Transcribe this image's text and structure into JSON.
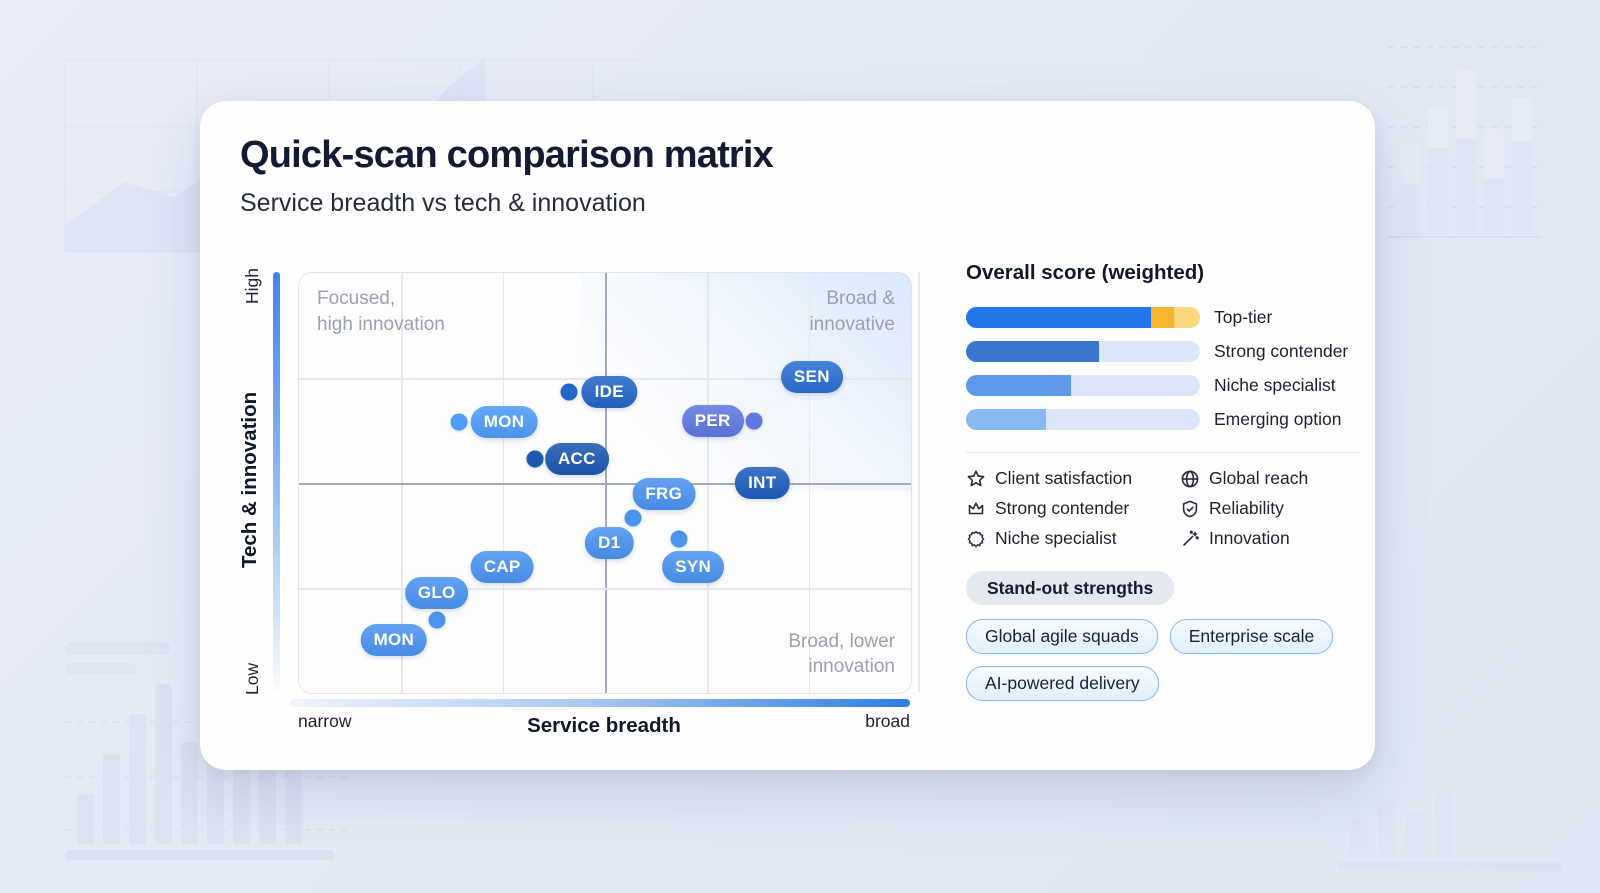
{
  "card": {
    "title": "Quick-scan comparison matrix",
    "subtitle": "Service breadth vs tech & innovation"
  },
  "chart_data": [
    {
      "type": "scatter",
      "title": "Quick-scan comparison matrix",
      "subtitle": "Service breadth vs tech & innovation",
      "x_axis": {
        "label": "Service breadth",
        "min_label": "narrow",
        "max_label": "broad",
        "range": [
          0,
          100
        ]
      },
      "y_axis": {
        "label": "Tech & innovation",
        "min_label": "Low",
        "max_label": "High",
        "range": [
          0,
          100
        ]
      },
      "grid": true,
      "quadrant_labels": {
        "top_left": [
          "Focused,",
          "high innovation"
        ],
        "top_right": [
          "Broad &",
          "innovative"
        ],
        "bottom_right": [
          "Broad, lower",
          "innovation"
        ]
      },
      "points": [
        {
          "label": "SEN",
          "x": 83.8,
          "y": 75.2,
          "color": "#2a6fd2"
        },
        {
          "label": "IDE",
          "x": 50.7,
          "y": 71.7,
          "color": "#2465c8",
          "dot_x": 44.1,
          "dot_y": 71.7
        },
        {
          "label": "MON",
          "x": 33.5,
          "y": 64.5,
          "color": "#4d9cf8",
          "dot_x": 26.1,
          "dot_y": 64.5
        },
        {
          "label": "PER",
          "x": 67.6,
          "y": 64.8,
          "color": "#5f78e0",
          "dot_x": 74.3,
          "dot_y": 64.8
        },
        {
          "label": "ACC",
          "x": 45.4,
          "y": 55.7,
          "color": "#1c57b0",
          "dot_x": 38.6,
          "dot_y": 55.7
        },
        {
          "label": "INT",
          "x": 75.7,
          "y": 50.0,
          "color": "#1e5cbe"
        },
        {
          "label": "FRG",
          "x": 59.6,
          "y": 47.4,
          "color": "#4b93f0",
          "dot_x": 54.6,
          "dot_y": 41.7
        },
        {
          "label": "D1",
          "x": 50.7,
          "y": 35.7,
          "color": "#4b93f0"
        },
        {
          "label": "SYN",
          "x": 64.4,
          "y": 30.0,
          "color": "#4b93f0",
          "dot_x": 62.1,
          "dot_y": 36.7
        },
        {
          "label": "CAP",
          "x": 33.2,
          "y": 30.0,
          "color": "#4b93f0"
        },
        {
          "label": "GLO",
          "x": 22.5,
          "y": 23.8,
          "color": "#4b93f0",
          "dot_x": 22.5,
          "dot_y": 17.4
        },
        {
          "label": "MON",
          "x": 15.5,
          "y": 12.6,
          "color": "#4b93f0"
        }
      ]
    },
    {
      "type": "bar",
      "orientation": "horizontal",
      "title": "Overall score (weighted)",
      "categories": [
        "Top-tier",
        "Strong contender",
        "Niche specialist",
        "Emerging option"
      ],
      "values": [
        100,
        57,
        45,
        34
      ],
      "track_color": "#dbe7f8",
      "rows": [
        {
          "label": "Top-tier",
          "segments": [
            {
              "value": 79,
              "color": "#2176e9"
            },
            {
              "value": 10,
              "color": "#f4b62e"
            },
            {
              "value": 11,
              "color": "#fbd87b"
            }
          ]
        },
        {
          "label": "Strong contender",
          "segments": [
            {
              "value": 57,
              "color": "#3a77d2"
            }
          ]
        },
        {
          "label": "Niche specialist",
          "segments": [
            {
              "value": 45,
              "color": "#5d9bea"
            }
          ]
        },
        {
          "label": "Emerging option",
          "segments": [
            {
              "value": 34,
              "color": "#87baf3"
            }
          ]
        }
      ]
    }
  ],
  "legend": {
    "items": [
      {
        "icon": "star",
        "label": "Client satisfaction"
      },
      {
        "icon": "globe",
        "label": "Global reach"
      },
      {
        "icon": "crown",
        "label": "Strong contender"
      },
      {
        "icon": "shield",
        "label": "Reliability"
      },
      {
        "icon": "cog",
        "label": "Niche specialist"
      },
      {
        "icon": "wand",
        "label": "Innovation"
      }
    ]
  },
  "strengths": {
    "heading": "Stand-out strengths",
    "pills": [
      "Global agile squads",
      "Enterprise scale",
      "AI-powered delivery"
    ]
  }
}
